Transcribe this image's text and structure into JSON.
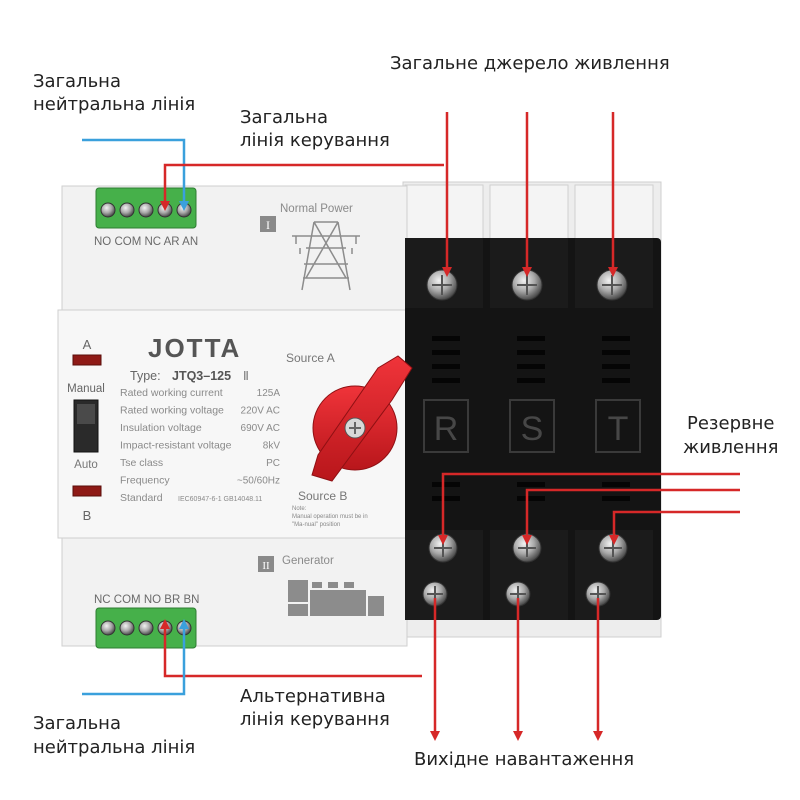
{
  "labels": {
    "main_power": "Загальне джерело живлення",
    "common_neutral_top_1": "Загальна",
    "common_neutral_top_2": "нейтральна лінія",
    "common_control_1": "Загальна",
    "common_control_2": "лінія керування",
    "backup_1": "Резервне",
    "backup_2": "живлення",
    "alt_control_1": "Альтернативна",
    "alt_control_2": "лінія керування",
    "common_neutral_bottom_1": "Загальна",
    "common_neutral_bottom_2": "нейтральна лінія",
    "output_load": "Вихідне навантаження"
  },
  "device": {
    "brand": "JOTTA",
    "type_prefix": "Type:",
    "model": "JTQ3–125",
    "model_suffix": "Ⅱ",
    "indicator_a": "A",
    "indicator_b": "B",
    "manual": "Manual",
    "auto": "Auto",
    "source_a": "Source A",
    "source_b": "Source B",
    "normal_power": "Normal Power",
    "generator": "Generator",
    "roman_1": "I",
    "roman_2": "II",
    "top_terminals": "NO COM NC AR AN",
    "bottom_terminals": "NC COM NO BR BN",
    "phase_r": "R",
    "phase_s": "S",
    "phase_t": "T",
    "note_1": "Note:",
    "note_2": "Manual operation must be in",
    "note_3": "\"Ma-nual\" position",
    "specs": [
      {
        "name": "Rated working current",
        "value": "125A"
      },
      {
        "name": "Rated working voltage",
        "value": "220V AC"
      },
      {
        "name": "Insulation voltage",
        "value": "690V AC"
      },
      {
        "name": "Impact-resistant voltage",
        "value": "8kV"
      },
      {
        "name": "Tse class",
        "value": "PC"
      },
      {
        "name": "Frequency",
        "value": "~50/60Hz"
      },
      {
        "name": "Standard",
        "value": "IEC60947-6-1 GB14048.11"
      }
    ]
  },
  "colors": {
    "wire_live": "#d62828",
    "wire_neutral": "#3aa0dc",
    "terminal_green": "#46b04a",
    "handle_red": "#e0262a",
    "black_body": "#141414"
  }
}
